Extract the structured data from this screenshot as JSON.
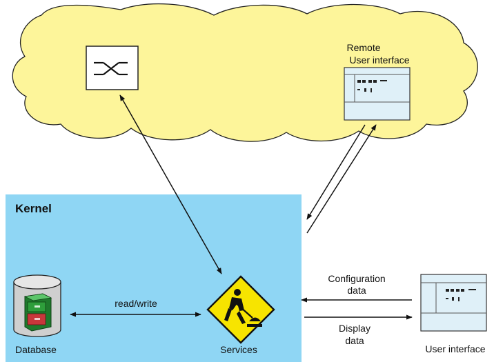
{
  "colors": {
    "cloud_fill": "#fdf59a",
    "kernel_fill": "#8fd6f4",
    "device_fill": "#dff0f8",
    "warning_yellow": "#f7e400",
    "cabinet_green": "#2e9e3b",
    "drawer_red": "#c8373b"
  },
  "icons": {
    "switch": "switch-icon",
    "remote_ui": "user-interface-device-icon",
    "local_ui": "user-interface-device-icon",
    "database": "database-cylinder-icon",
    "services": "construction-worker-sign-icon"
  },
  "labels": {
    "remote_line1": "Remote",
    "remote_line2": "User interface",
    "kernel": "Kernel",
    "database": "Database",
    "services": "Services",
    "user_interface": "User interface",
    "read_write": "read/write",
    "config_line1": "Configuration",
    "config_line2": "data",
    "display_line1": "Display",
    "display_line2": "data"
  }
}
